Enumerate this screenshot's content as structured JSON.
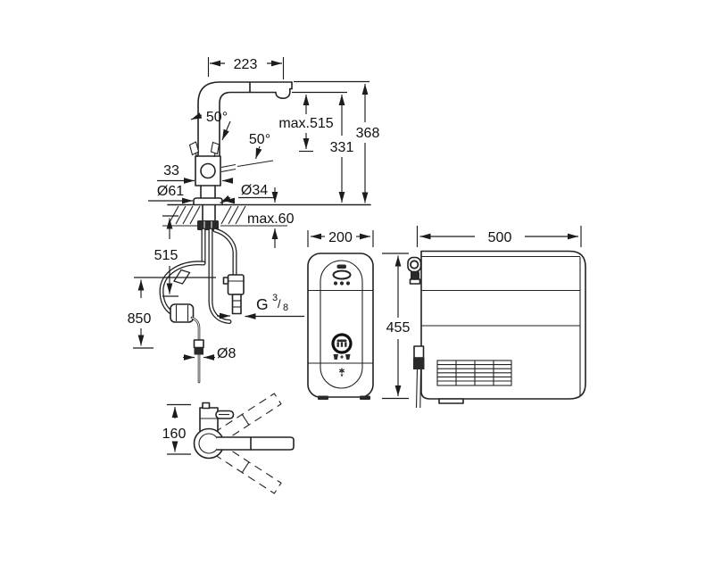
{
  "drawing_type": "faucet-and-cooler-technical-dimension-drawing",
  "colors": {
    "line": "#222222",
    "background": "#ffffff",
    "text": "#111111"
  },
  "labels": {
    "faucet_front": {
      "spout_reach": "223",
      "max_height": "max.515",
      "height_total": "368",
      "height_outlet": "331",
      "handle_angle_left": "50°",
      "handle_angle_right": "50°",
      "body_width": "33",
      "base_diameter": "Ø61",
      "hole_diameter": "Ø34",
      "max_counter_thickness": "max.60"
    },
    "under_sink": {
      "pullout_hose_length": "515",
      "supply_hose_length": "850",
      "thread_g": "G",
      "thread_numerator": "3",
      "thread_slash": "/",
      "thread_denominator": "8",
      "capillary_diameter": "Ø8"
    },
    "top_view": {
      "body_depth": "160"
    },
    "cooler": {
      "width": "200",
      "height": "455",
      "depth": "500"
    }
  },
  "icons": {
    "cooler_front": {
      "slot_icon": "▬",
      "bottle_icon": "⬭",
      "status_dots_icon": "•••",
      "filter_logo_icon": "ⓜ",
      "glasses_icon": "⊔+⊔",
      "drip_icon": "✳"
    },
    "cooler_side": {
      "hose_clamp_icon": "◎",
      "power_plug_icon": "▯",
      "vent_grille_icon": "▤"
    }
  }
}
